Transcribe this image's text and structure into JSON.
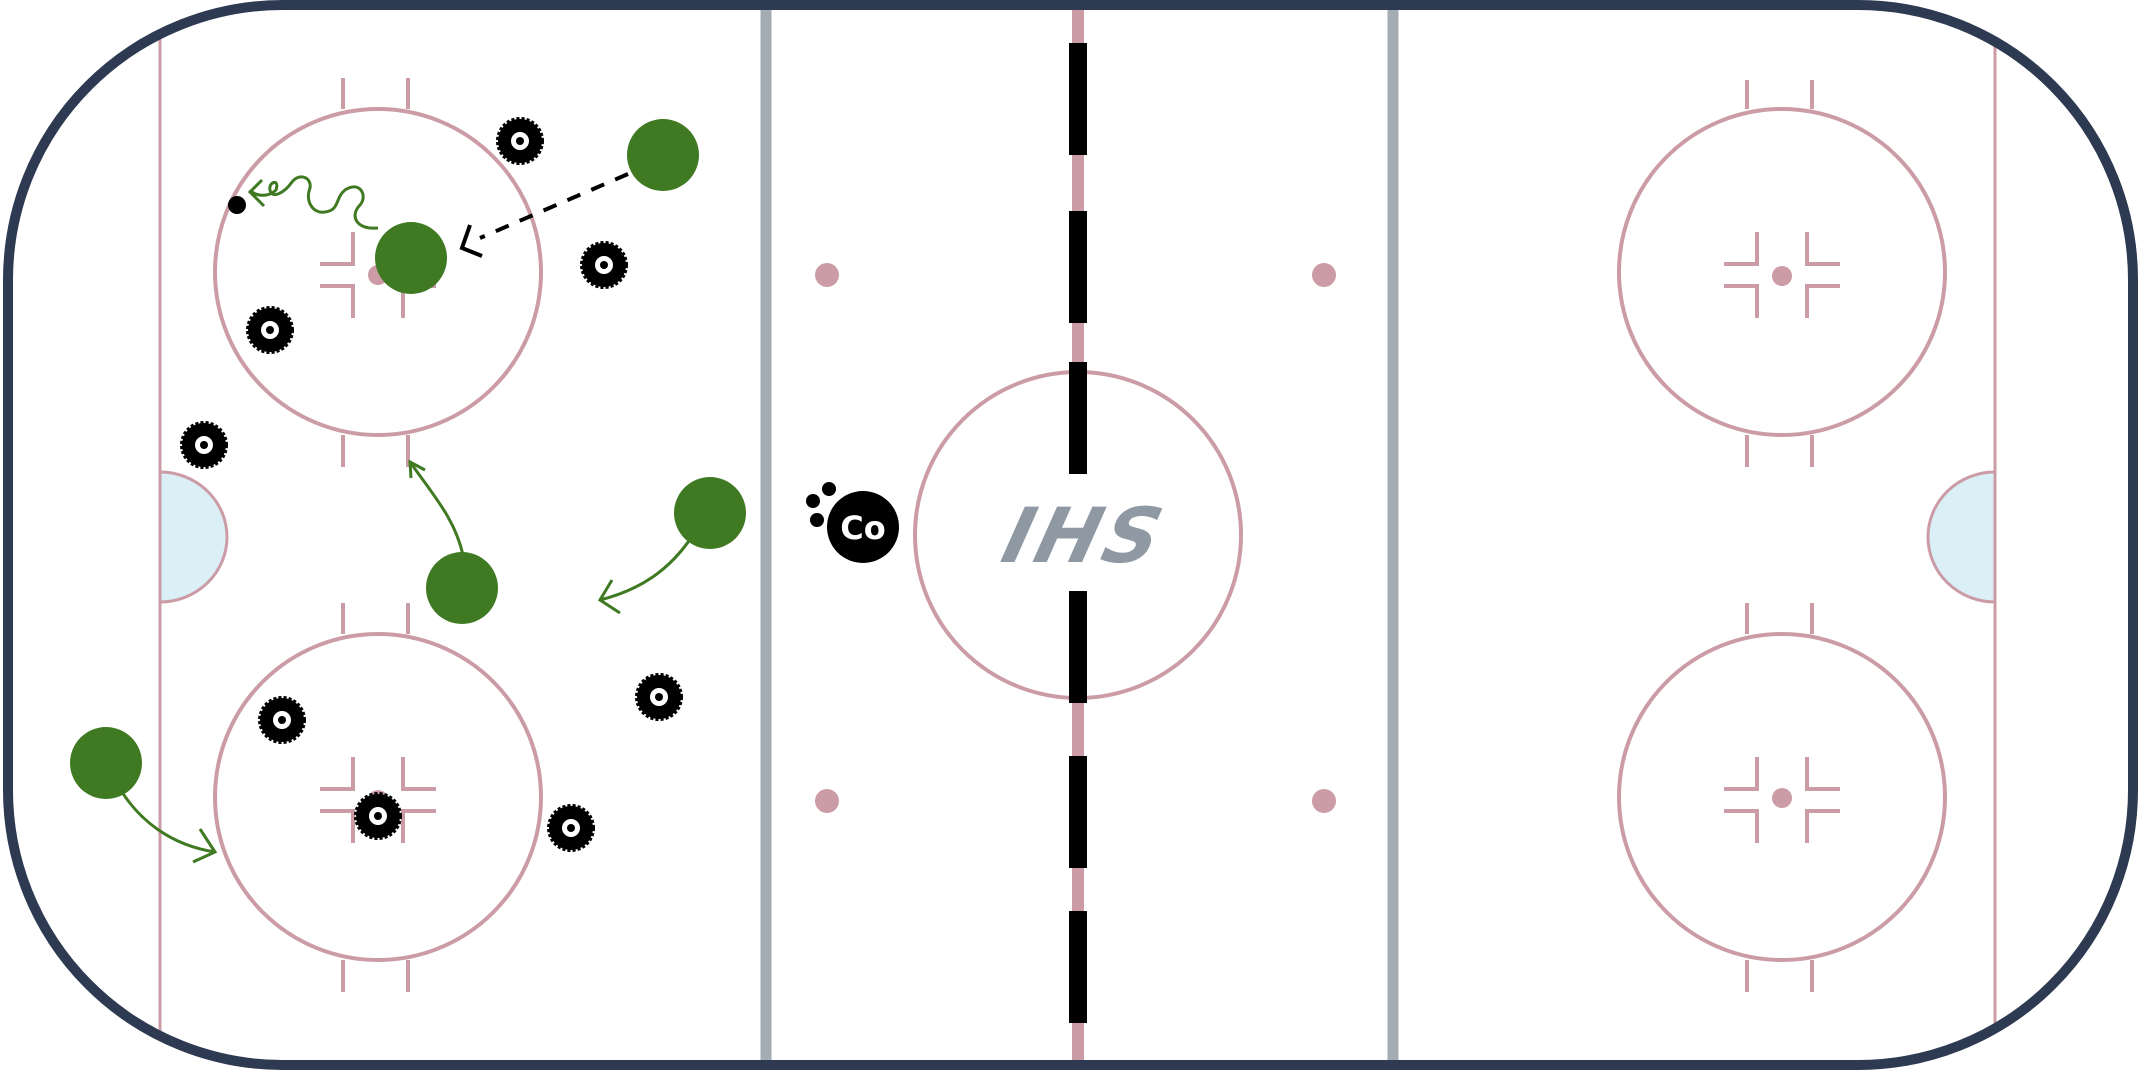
{
  "logo": {
    "text": "IHS"
  },
  "coach": {
    "label": "Co"
  },
  "colors": {
    "boards": "#2d3a51",
    "red_line": "#cb9ca6",
    "blue_line": "#a3abb3",
    "crease": "#dbeff6",
    "player": "#3f7a22",
    "black": "#000000",
    "logo": "#8f99a4",
    "ice": "#ffffff"
  },
  "legend_icons": {
    "player": "green-circle",
    "cone": "black-cone-icon",
    "skate_path": "solid-arrow",
    "pass": "dashed-arrow",
    "stickhandle": "wavy-arrow",
    "puck": "black-dot"
  }
}
